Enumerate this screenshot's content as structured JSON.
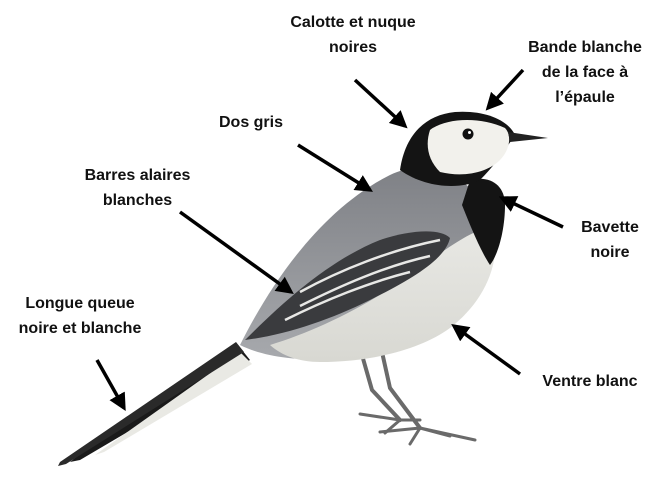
{
  "labels": {
    "calotte": [
      "Calotte et nuque",
      "noires"
    ],
    "bande": [
      "Bande blanche",
      "de la face à",
      "l’épaule"
    ],
    "dos": [
      "Dos gris"
    ],
    "barres": [
      "Barres alaires",
      "blanches"
    ],
    "bavette": [
      "Bavette",
      "noire"
    ],
    "queue": [
      "Longue queue",
      "noire et blanche"
    ],
    "ventre": [
      "Ventre blanc"
    ]
  },
  "colors": {
    "text": "#111111",
    "arrow": "#000000",
    "black_plumage": "#141414",
    "grey_plumage": "#8f9195",
    "white_plumage": "#f2f1ec",
    "leg": "#6a6a6a"
  },
  "illustration": {
    "subject": "pied-wagtail-bird-icon"
  }
}
